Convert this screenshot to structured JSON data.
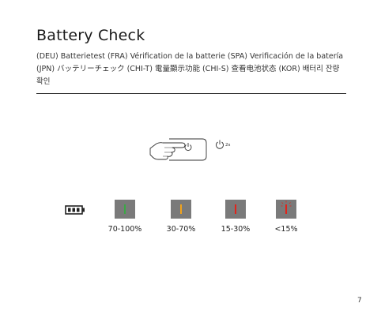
{
  "page": {
    "title": "Battery Check",
    "subtitle": "(DEU) Batterietest   (FRA) Vérification de la batterie   (SPA) Verificación de la batería   (JPN) バッテリーチェック   (CHI-T) 電量顯示功能   (CHI-S) 查看电池状态   (KOR) 배터리 잔량 확인",
    "page_number": "7"
  },
  "illustration": {
    "hold_duration": "2s",
    "icons": [
      "hand-press-icon",
      "power-icon",
      "power-hold-icon",
      "battery-icon"
    ]
  },
  "levels": [
    {
      "label": "70-100%",
      "color": "#3aa845",
      "icon": "level-high-indicator"
    },
    {
      "label": "30-70%",
      "color": "#f2a31b",
      "icon": "level-medium-indicator"
    },
    {
      "label": "15-30%",
      "color": "#e2231a",
      "icon": "level-low-indicator"
    },
    {
      "label": "<15%",
      "color": "#e2231a",
      "icon": "level-critical-blinking-indicator"
    }
  ]
}
